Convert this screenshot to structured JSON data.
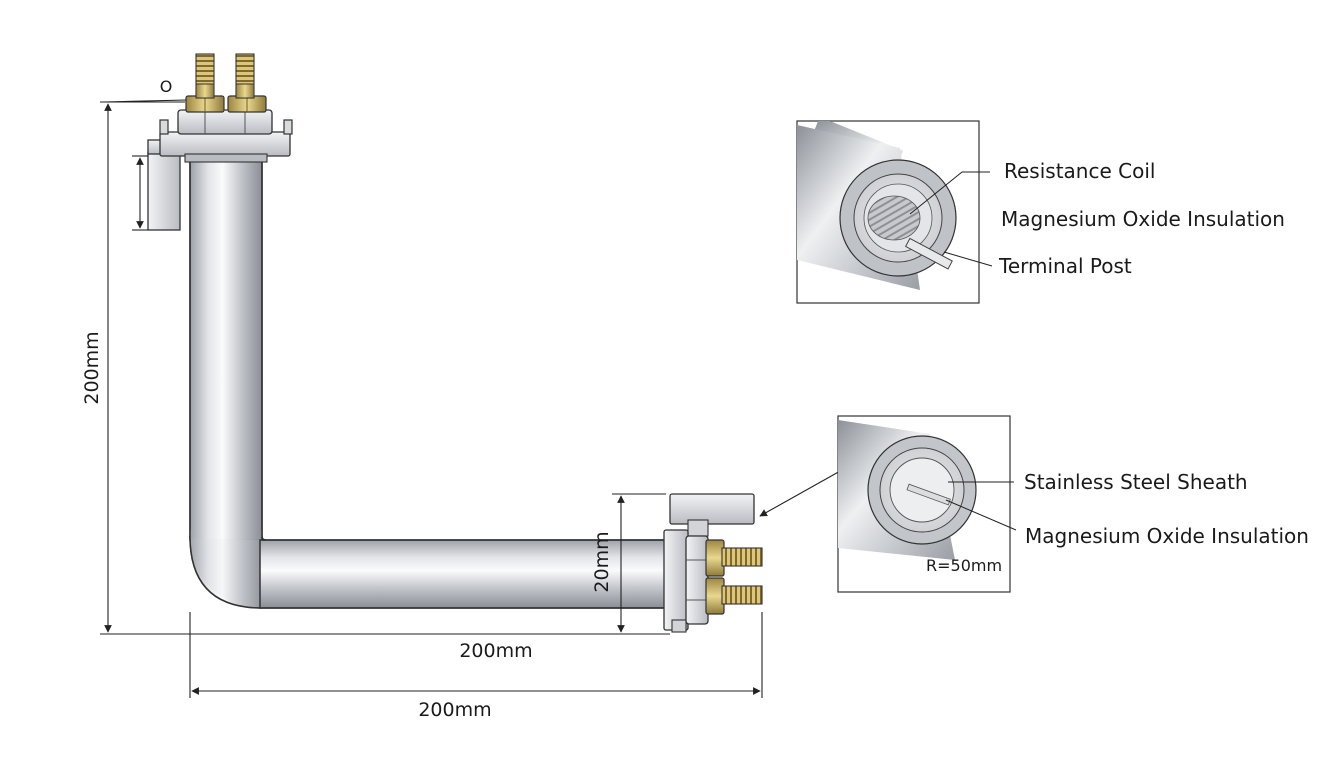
{
  "dimensions": {
    "vertical_height": "200mm",
    "horizontal_inner": "200mm",
    "horizontal_outer": "200mm",
    "pipe_diameter": "20mm",
    "top_marker": "O"
  },
  "detail_top": {
    "labels": [
      "Resistance Coil",
      "Magnesium Oxide Insulation",
      "Terminal Post"
    ]
  },
  "detail_bottom": {
    "labels": [
      "Stainless Steel Sheath",
      "Magnesium Oxide Insulation"
    ],
    "radius_note": "R=50mm"
  },
  "colors": {
    "steel_light": "#f4f5f7",
    "steel_mid": "#c9ccd1",
    "steel_dark": "#8e9299",
    "brass": "#c9b36a",
    "line": "#222222"
  }
}
